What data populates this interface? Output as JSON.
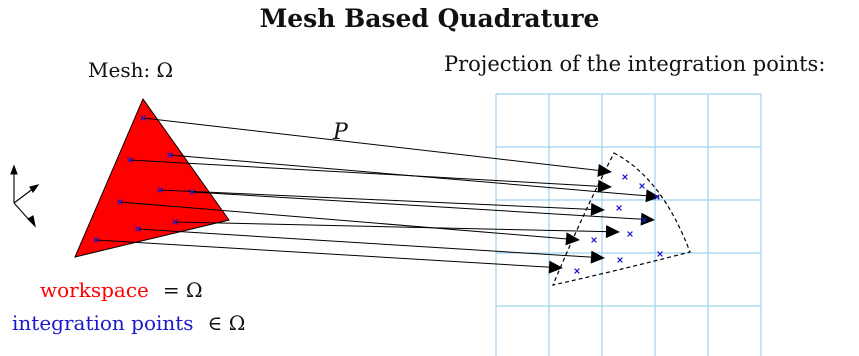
{
  "title": "Mesh Based Quadrature",
  "mesh_label": "Mesh: Ω",
  "projection_label": "Projection of the integration points:",
  "map_label": "P",
  "legend": {
    "workspace_label": "workspace",
    "workspace_relation": "= Ω",
    "points_label": "integration points",
    "points_relation": "∈ Ω"
  },
  "colors": {
    "workspace": "#ff0000",
    "integration_points": "#1a1acc",
    "grid": "#9fd3ef",
    "arrows": "#000000"
  },
  "icons": [
    "axes-icon",
    "point-marker-icon",
    "arrowhead-icon"
  ]
}
